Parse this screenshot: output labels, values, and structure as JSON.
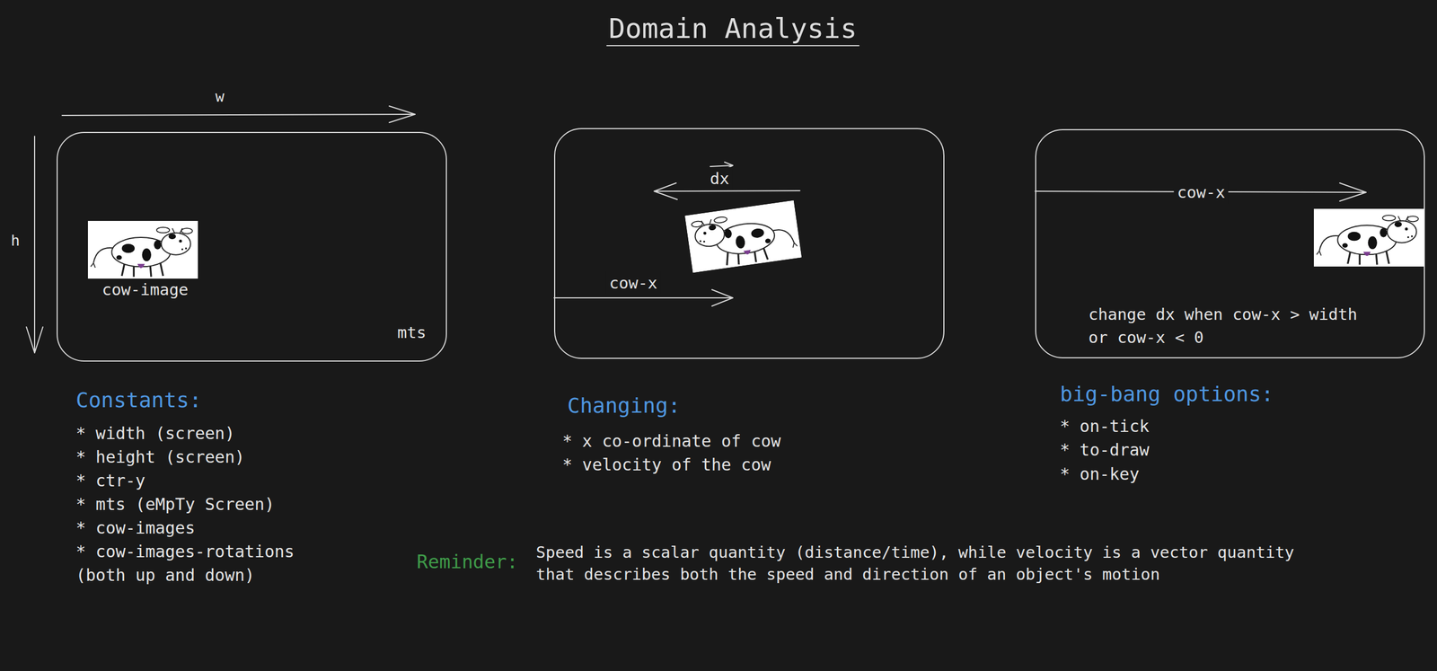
{
  "diagram": {
    "title": "Domain Analysis",
    "nodes": [
      {
        "text": [
          "cow-image",
          "mts"
        ]
      },
      {
        "text": [
          "dx",
          "cow-x"
        ]
      },
      {
        "text": [
          "cow-x",
          "change dx when cow-x > width or cow-x < 0"
        ]
      }
    ],
    "labels": [
      "w",
      "h",
      "Constants:",
      "* width (screen)",
      "* height (screen)",
      "* ctr-y",
      "* mts (eMpTy Screen)",
      "* cow-images",
      "* cow-images-rotations (both up and down)",
      "Changing:",
      "* x co-ordinate of cow",
      "* velocity of the cow",
      "big-bang options:",
      "* on-tick",
      "* to-draw",
      "* on-key",
      "Reminder:",
      "Speed is a scalar quantity (distance/time), while velocity is a vector quantity that describes both the speed and direction of an object's motion"
    ]
  }
}
